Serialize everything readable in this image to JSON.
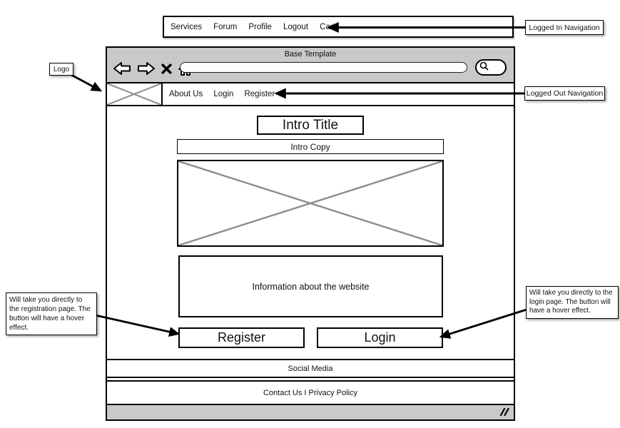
{
  "colors": {
    "chrome_gray": "#c9c9c9",
    "placeholder_x": "#8c8c8c",
    "ink": "#000000"
  },
  "logged_in_nav": {
    "items": [
      "Services",
      "Forum",
      "Profile",
      "Logout",
      "Cart"
    ],
    "callout": "Logged In Navigation"
  },
  "browser_window": {
    "title": "Base Template",
    "toolbar_icons": [
      "back-arrow",
      "forward-arrow",
      "close-x",
      "home"
    ],
    "search_icon": "magnifier",
    "resize_icon": "resize-handle"
  },
  "logged_out_nav": {
    "items": [
      "About Us",
      "Login",
      "Register"
    ],
    "callout": "Logged Out Navigation"
  },
  "logo": {
    "callout": "Logo",
    "placeholder": "logo-x-placeholder"
  },
  "hero": {
    "intro_title": "Intro Title",
    "intro_copy": "Intro Copy",
    "image_placeholder": "image-x-placeholder",
    "info_text": "Information about the website"
  },
  "buttons": {
    "register": "Register",
    "login": "Login"
  },
  "annotations": {
    "register_note": "Will take you directly to the registration page. The button will have a hover effect.",
    "login_note": "Will take you directly to the login page. The button will have a hover effect."
  },
  "footer": {
    "social": "Social Media",
    "contact": "Contact Us I Privacy Policy"
  }
}
